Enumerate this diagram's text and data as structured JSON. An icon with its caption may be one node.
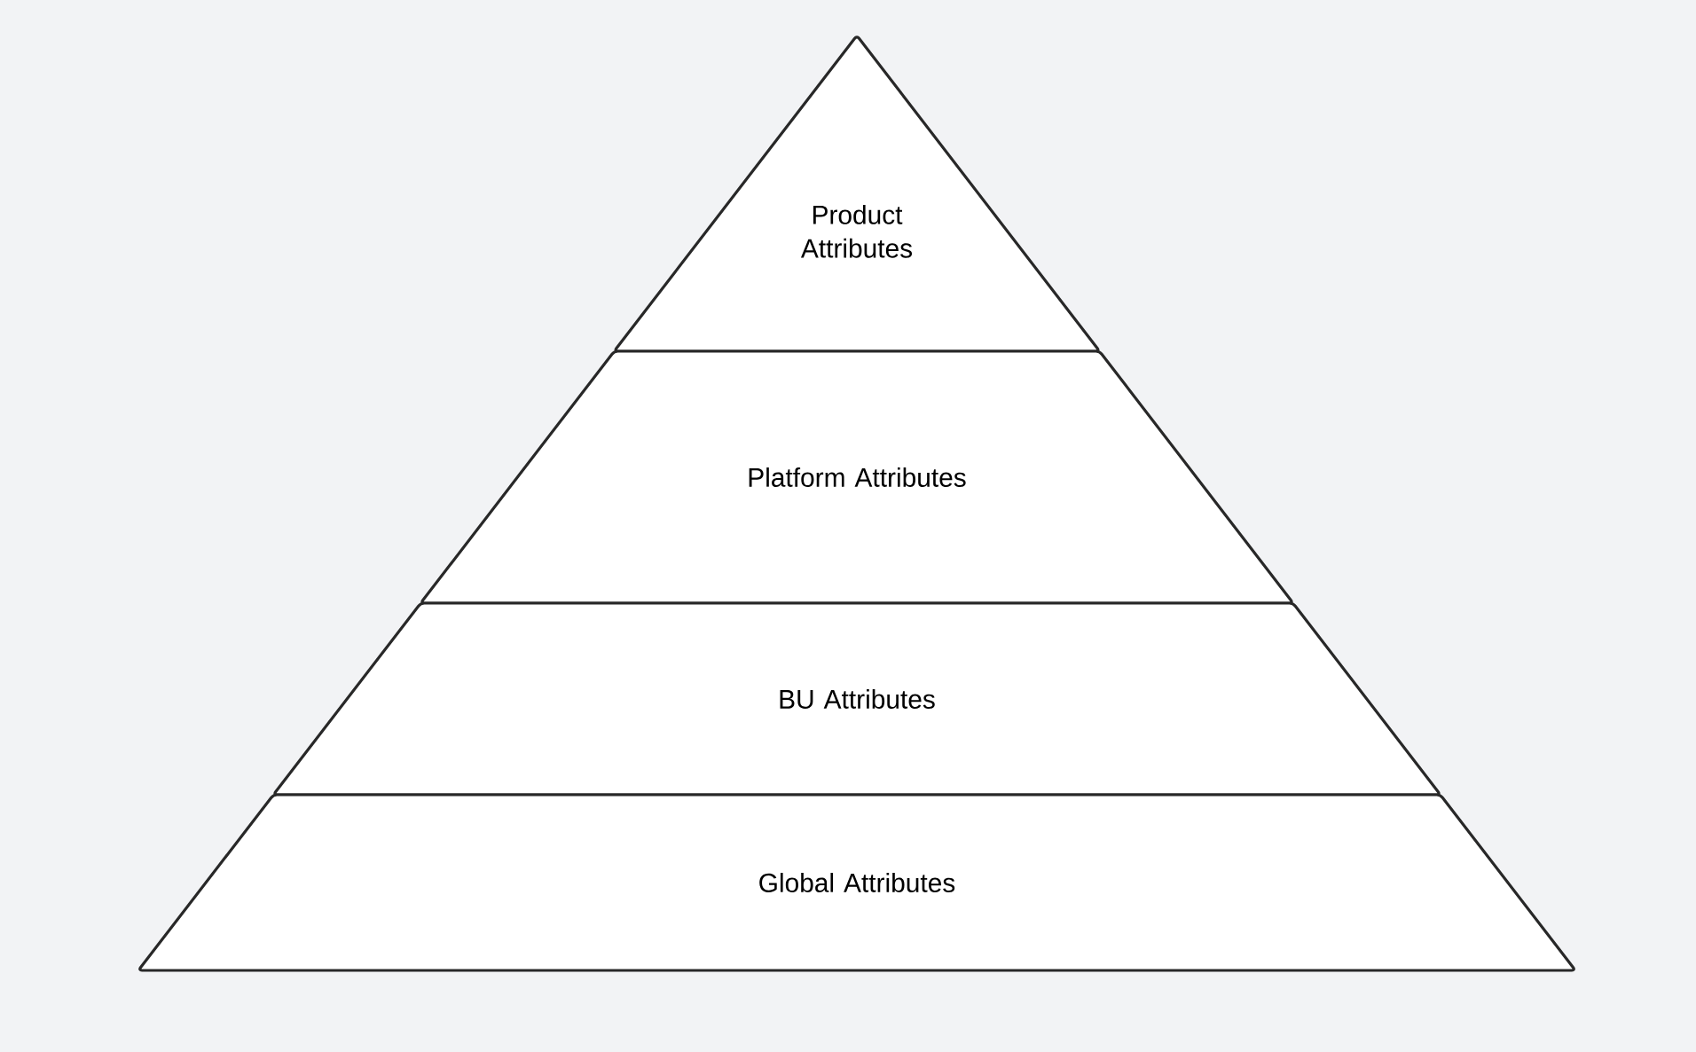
{
  "diagram": {
    "nodes": [
      {
        "text": [
          "Product Attributes"
        ]
      },
      {
        "text": [
          "Platform Attributes"
        ]
      },
      {
        "text": [
          "BU Attributes"
        ]
      },
      {
        "text": [
          "Global Attributes"
        ]
      }
    ]
  }
}
